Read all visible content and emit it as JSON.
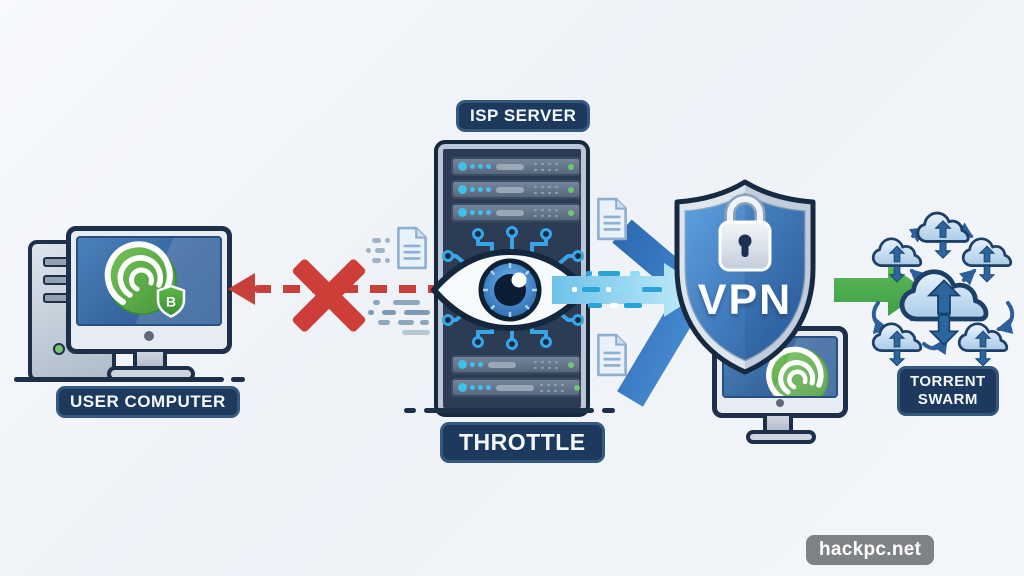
{
  "labels": {
    "user_computer": "USER COMPUTER",
    "isp_server": "ISP SERVER",
    "throttle": "THROTTLE",
    "vpn": "VPN",
    "torrent_swarm_line1": "TORRENT",
    "torrent_swarm_line2": "SWARM",
    "bittorrent_letter": "B"
  },
  "watermark": {
    "text": "hackpc.net"
  },
  "colors": {
    "background": "#f2f5f9",
    "badge_navy": "#1d3a5e",
    "badge_border": "#35587d",
    "outline_navy": "#1d2f49",
    "blocked_red": "#ce3e39",
    "screen_blue": "#36659f",
    "server_body": "#2c3c55",
    "circuit_blue": "#3aa5e6",
    "eye_iris_blue": "#3d7fc1",
    "flow_arrow_blue": "#3a78bd",
    "light_flow_blue": "#8ed2f0",
    "secure_green": "#4aaf50",
    "bittorrent_green": "#55a848",
    "cloud_fill": "#c3dcf2",
    "cloud_outline": "#1e3f66",
    "shield_blue": "#3c77b8",
    "silver": "#dde5ee",
    "watermark_gray": "#7f8285"
  },
  "icons": {
    "left": [
      "desktop-tower-icon",
      "monitor-icon",
      "bittorrent-icon",
      "shield-b-icon"
    ],
    "middle": [
      "blocked-x-icon",
      "dashed-arrow-icon",
      "document-icon",
      "server-rack-icon",
      "circuit-icon",
      "surveillance-eye-icon"
    ],
    "right": [
      "flow-chevron-icon",
      "data-stream-arrow-icon",
      "vpn-shield-icon",
      "padlock-icon",
      "monitor-icon",
      "secure-arrow-icon",
      "torrent-swarm-icon"
    ]
  }
}
